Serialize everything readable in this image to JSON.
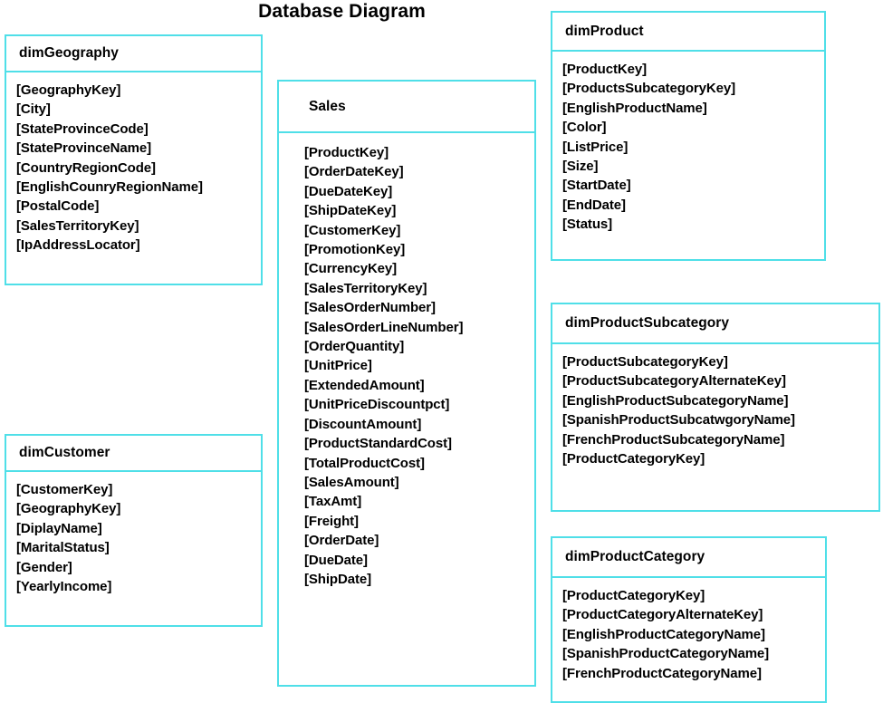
{
  "diagram": {
    "title": "Database Diagram",
    "accent_color": "#4fdfe8",
    "text_color": "#000000",
    "background_color": "#ffffff",
    "entities": [
      {
        "name": "dimGeography",
        "fields": [
          "[GeographyKey]",
          "[City]",
          "[StateProvinceCode]",
          "[StateProvinceName]",
          "[CountryRegionCode]",
          "[EnglishCounryRegionName]",
          "[PostalCode]",
          "[SalesTerritoryKey]",
          "[IpAddressLocator]"
        ]
      },
      {
        "name": "dimCustomer",
        "fields": [
          "[CustomerKey]",
          "[GeographyKey]",
          "[DiplayName]",
          "[MaritalStatus]",
          "[Gender]",
          "[YearlyIncome]"
        ]
      },
      {
        "name": "Sales",
        "fields": [
          "[ProductKey]",
          "[OrderDateKey]",
          "[DueDateKey]",
          "[ShipDateKey]",
          "[CustomerKey]",
          "[PromotionKey]",
          "[CurrencyKey]",
          "[SalesTerritoryKey]",
          "[SalesOrderNumber]",
          "[SalesOrderLineNumber]",
          "[OrderQuantity]",
          "[UnitPrice]",
          "[ExtendedAmount]",
          "[UnitPriceDiscountpct]",
          "[DiscountAmount]",
          "[ProductStandardCost]",
          "[TotalProductCost]",
          "[SalesAmount]",
          "[TaxAmt]",
          "[Freight]",
          "[OrderDate]",
          "[DueDate]",
          "[ShipDate]"
        ]
      },
      {
        "name": "dimProduct",
        "fields": [
          "[ProductKey]",
          "[ProductsSubcategoryKey]",
          "[EnglishProductName]",
          "[Color]",
          "[ListPrice]",
          "[Size]",
          "[StartDate]",
          "[EndDate]",
          "[Status]"
        ]
      },
      {
        "name": "dimProductSubcategory",
        "fields": [
          "[ProductSubcategoryKey]",
          "[ProductSubcategoryAlternateKey]",
          "[EnglishProductSubcategoryName]",
          "[SpanishProductSubcatwgoryName]",
          "[FrenchProductSubcategoryName]",
          "[ProductCategoryKey]"
        ]
      },
      {
        "name": "dimProductCategory",
        "fields": [
          "[ProductCategoryKey]",
          "[ProductCategoryAlternateKey]",
          "[EnglishProductCategoryName]",
          "[SpanishProductCategoryName]",
          "[FrenchProductCategoryName]"
        ]
      }
    ]
  }
}
